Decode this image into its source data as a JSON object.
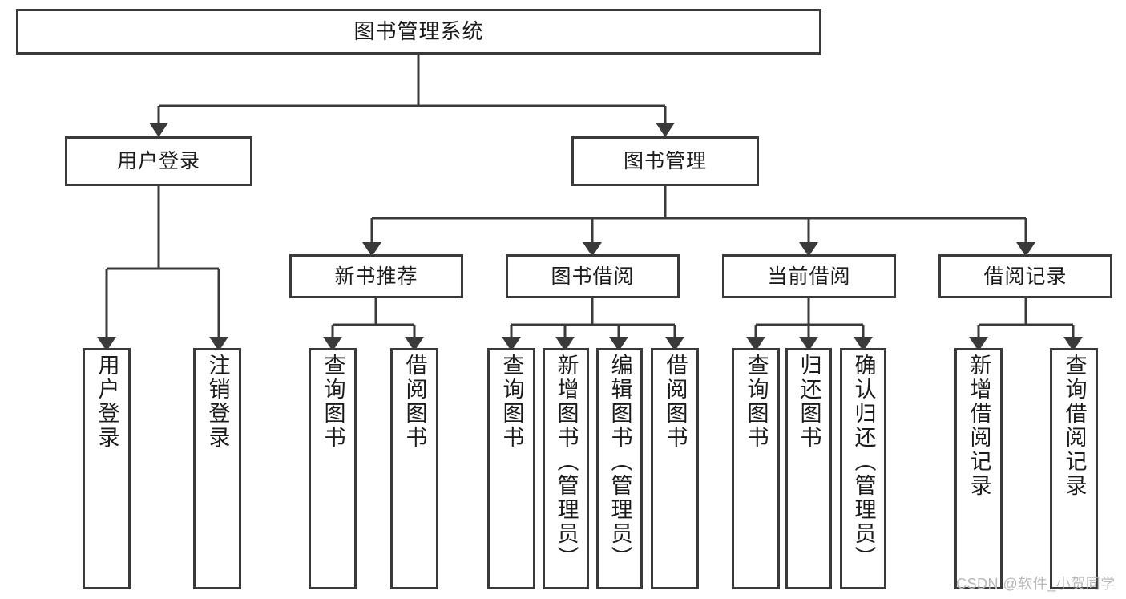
{
  "diagram": {
    "title": "图书管理系统",
    "type": "tree-hierarchy-chart",
    "watermark": "CSDN @软件_小贺同学",
    "colors": {
      "box_border": "#3a3a3a",
      "box_fill": "#ffffff",
      "connector": "#3a3a3a",
      "text": "#1b1b1b",
      "watermark": "#b9b9b9",
      "background": "#ffffff"
    }
  },
  "nodes": {
    "root": {
      "label": "图书管理系统"
    },
    "level2": [
      {
        "label": "用户登录"
      },
      {
        "label": "图书管理"
      }
    ],
    "level3": [
      {
        "label": "新书推荐"
      },
      {
        "label": "图书借阅"
      },
      {
        "label": "当前借阅"
      },
      {
        "label": "借阅记录"
      }
    ],
    "leaves": {
      "user_login": [
        {
          "label": "用户登录"
        },
        {
          "label": "注销登录"
        }
      ],
      "new_book_recommend": [
        {
          "label": "查询图书"
        },
        {
          "label": "借阅图书"
        }
      ],
      "book_borrow": [
        {
          "label": "查询图书"
        },
        {
          "label": "新增图书（管理员）"
        },
        {
          "label": "编辑图书（管理员）"
        },
        {
          "label": "借阅图书"
        }
      ],
      "current_borrow": [
        {
          "label": "查询图书"
        },
        {
          "label": "归还图书"
        },
        {
          "label": "确认归还（管理员）"
        }
      ],
      "borrow_record": [
        {
          "label": "新增借阅记录"
        },
        {
          "label": "查询借阅记录"
        }
      ]
    }
  }
}
